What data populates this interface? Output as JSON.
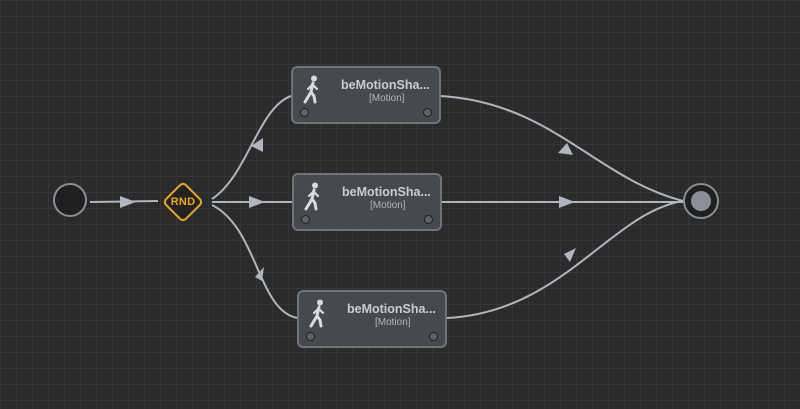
{
  "graph": {
    "start": {
      "icon": "start-state-icon"
    },
    "random": {
      "label": "RND",
      "color": "#f0a818"
    },
    "end": {
      "icon": "end-state-icon"
    },
    "nodes": [
      {
        "title": "beMotionSha...",
        "type": "[Motion]",
        "icon": "walking-person-icon"
      },
      {
        "title": "beMotionSha...",
        "type": "[Motion]",
        "icon": "walking-person-icon"
      },
      {
        "title": "beMotionSha...",
        "type": "[Motion]",
        "icon": "walking-person-icon"
      }
    ]
  },
  "colors": {
    "background": "#2b2b2b",
    "grid": "#363636",
    "wire": "#aeb6c2",
    "node_fill": "#454a51",
    "node_border": "#6e747c",
    "accent": "#f0a818"
  }
}
